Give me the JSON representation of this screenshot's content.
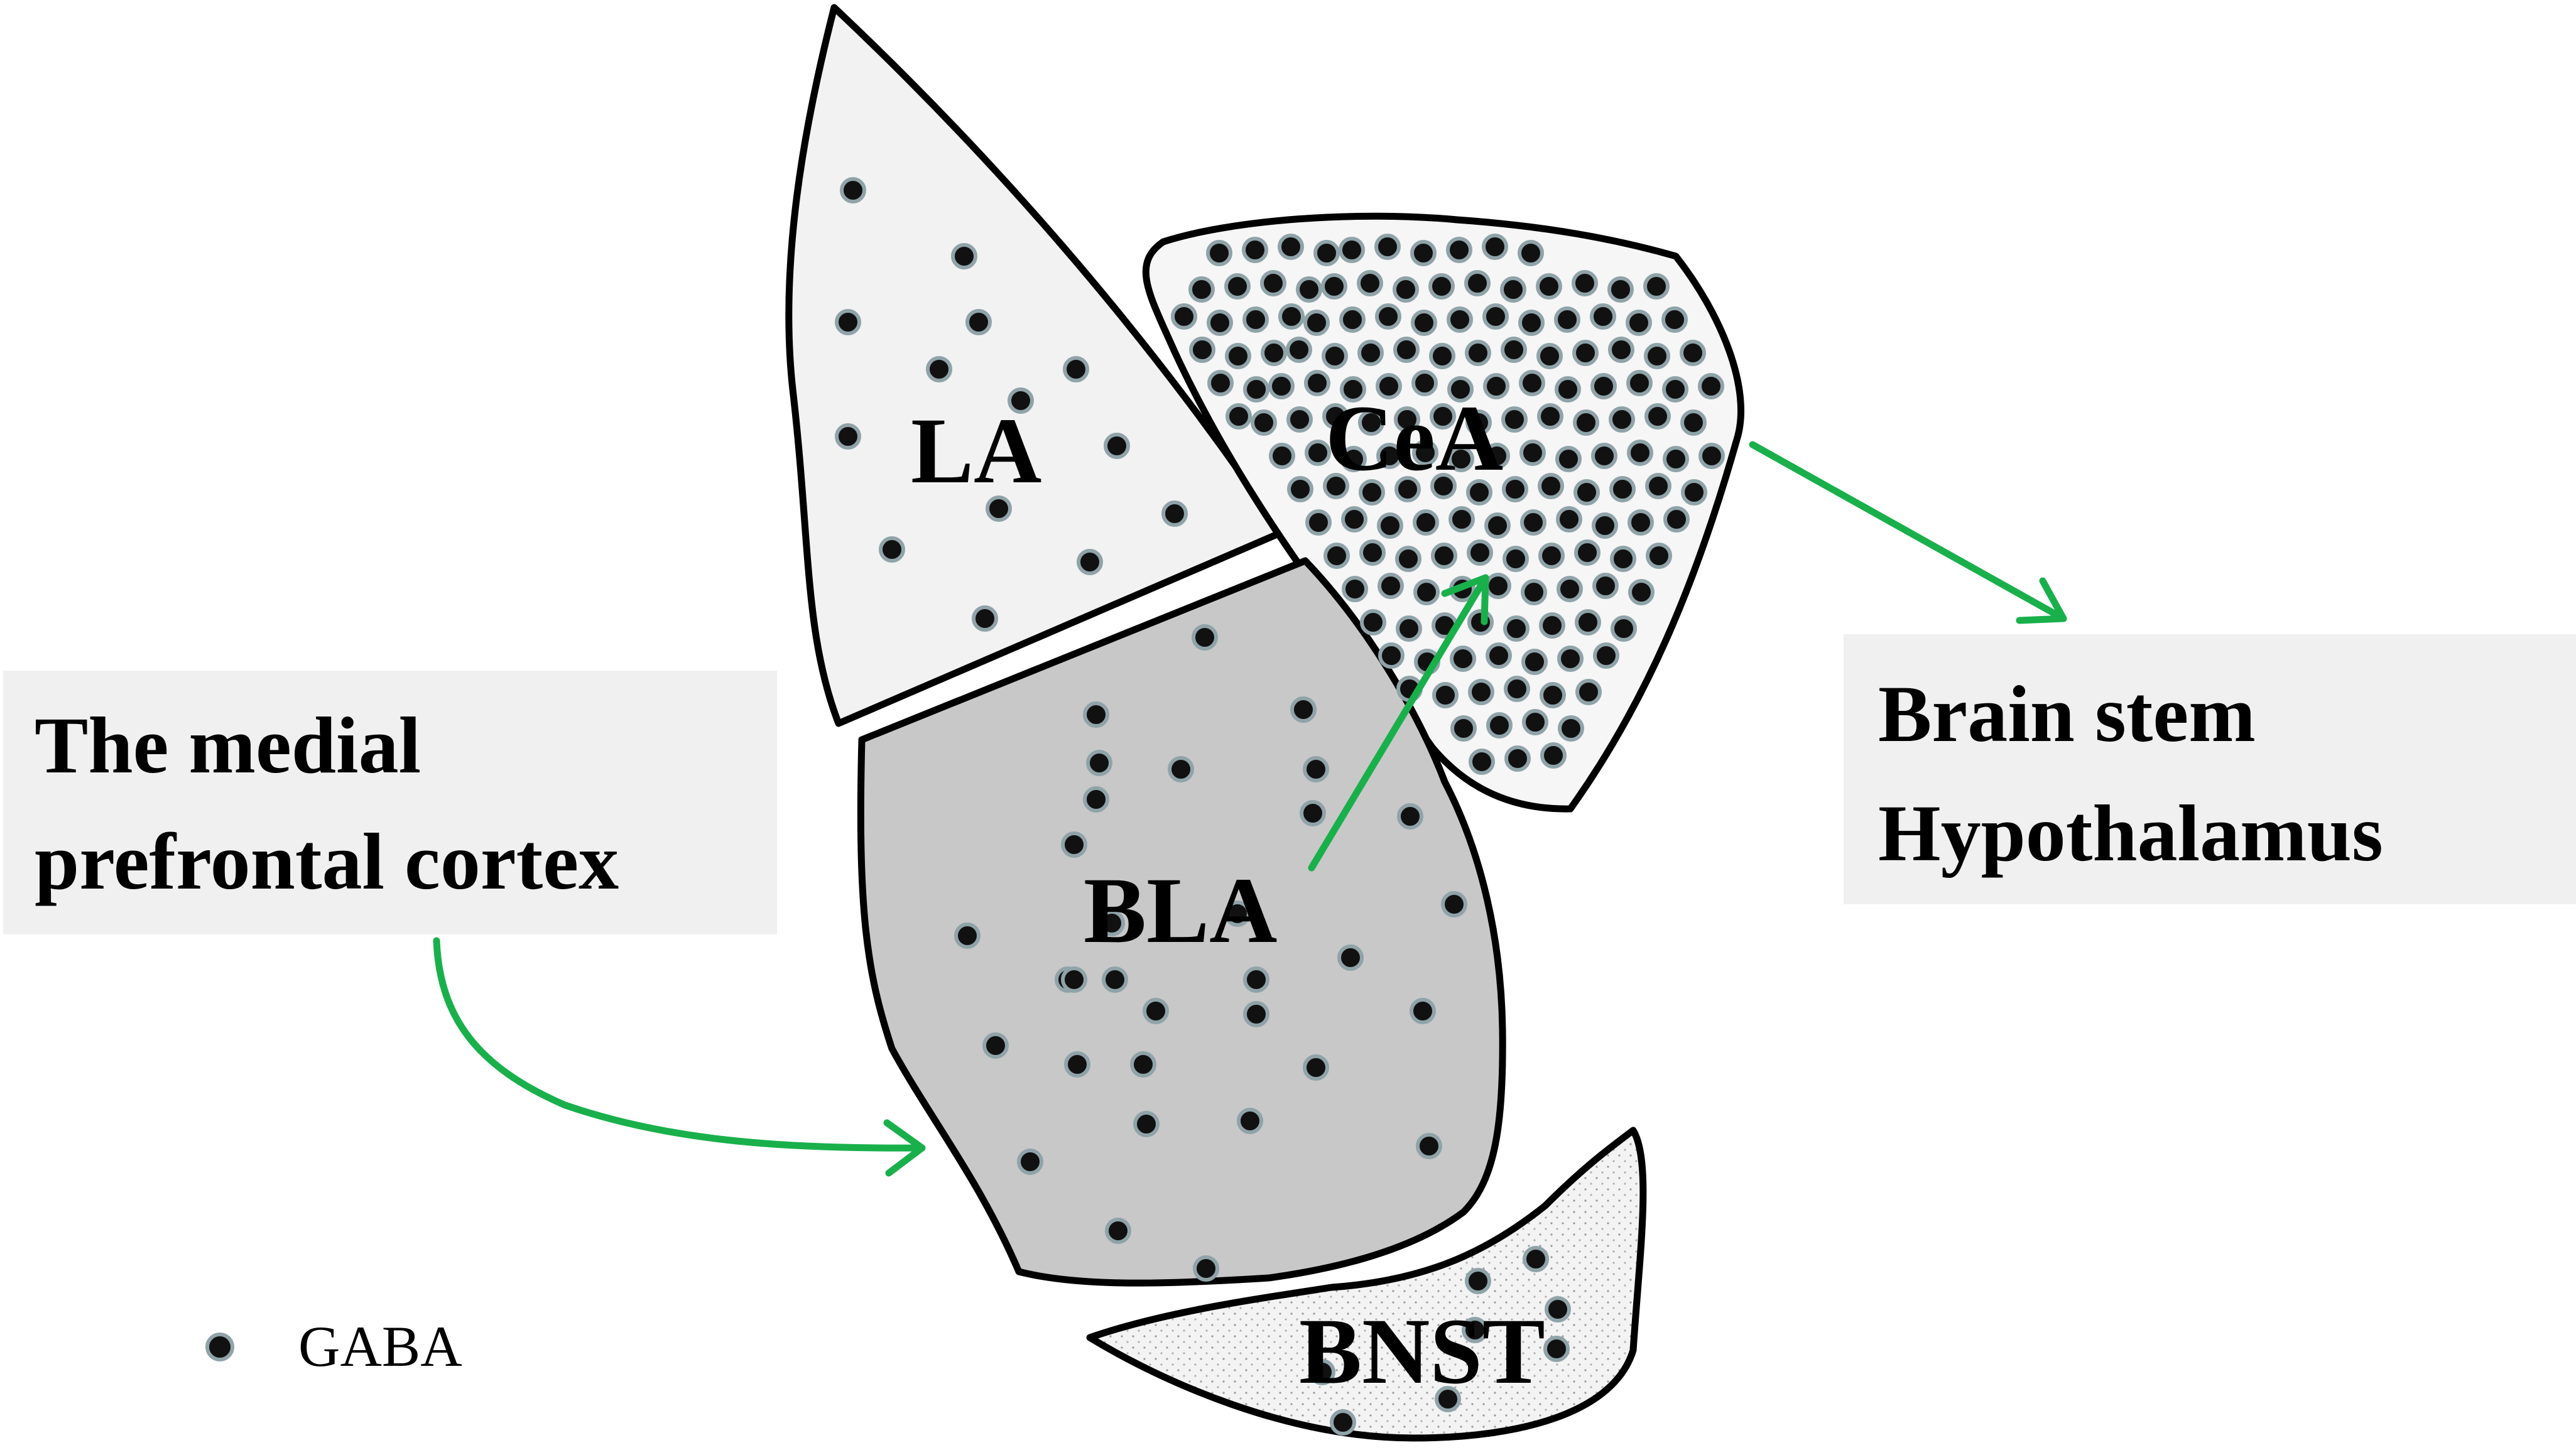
{
  "regions": {
    "la": {
      "label": "LA"
    },
    "cea": {
      "label": "CeA"
    },
    "bla": {
      "label": "BLA"
    },
    "bnst": {
      "label": "BNST"
    }
  },
  "boxes": {
    "mpfc": {
      "line1": "The medial",
      "line2": "prefrontal cortex"
    },
    "output": {
      "line1": "Brain stem",
      "line2": "Hypothalamus"
    }
  },
  "legend": {
    "label": "GABA"
  },
  "colors": {
    "arrow": "#19b04b",
    "la_fill": "#f2f2f2",
    "cea_fill": "#f6f6f6",
    "bla_fill": "#c8c8c8",
    "bnst_fill": "#f3f3f3",
    "box_fill": "#f0f0f0",
    "dot": "#111111",
    "dot_halo": "#8fa3a8"
  }
}
